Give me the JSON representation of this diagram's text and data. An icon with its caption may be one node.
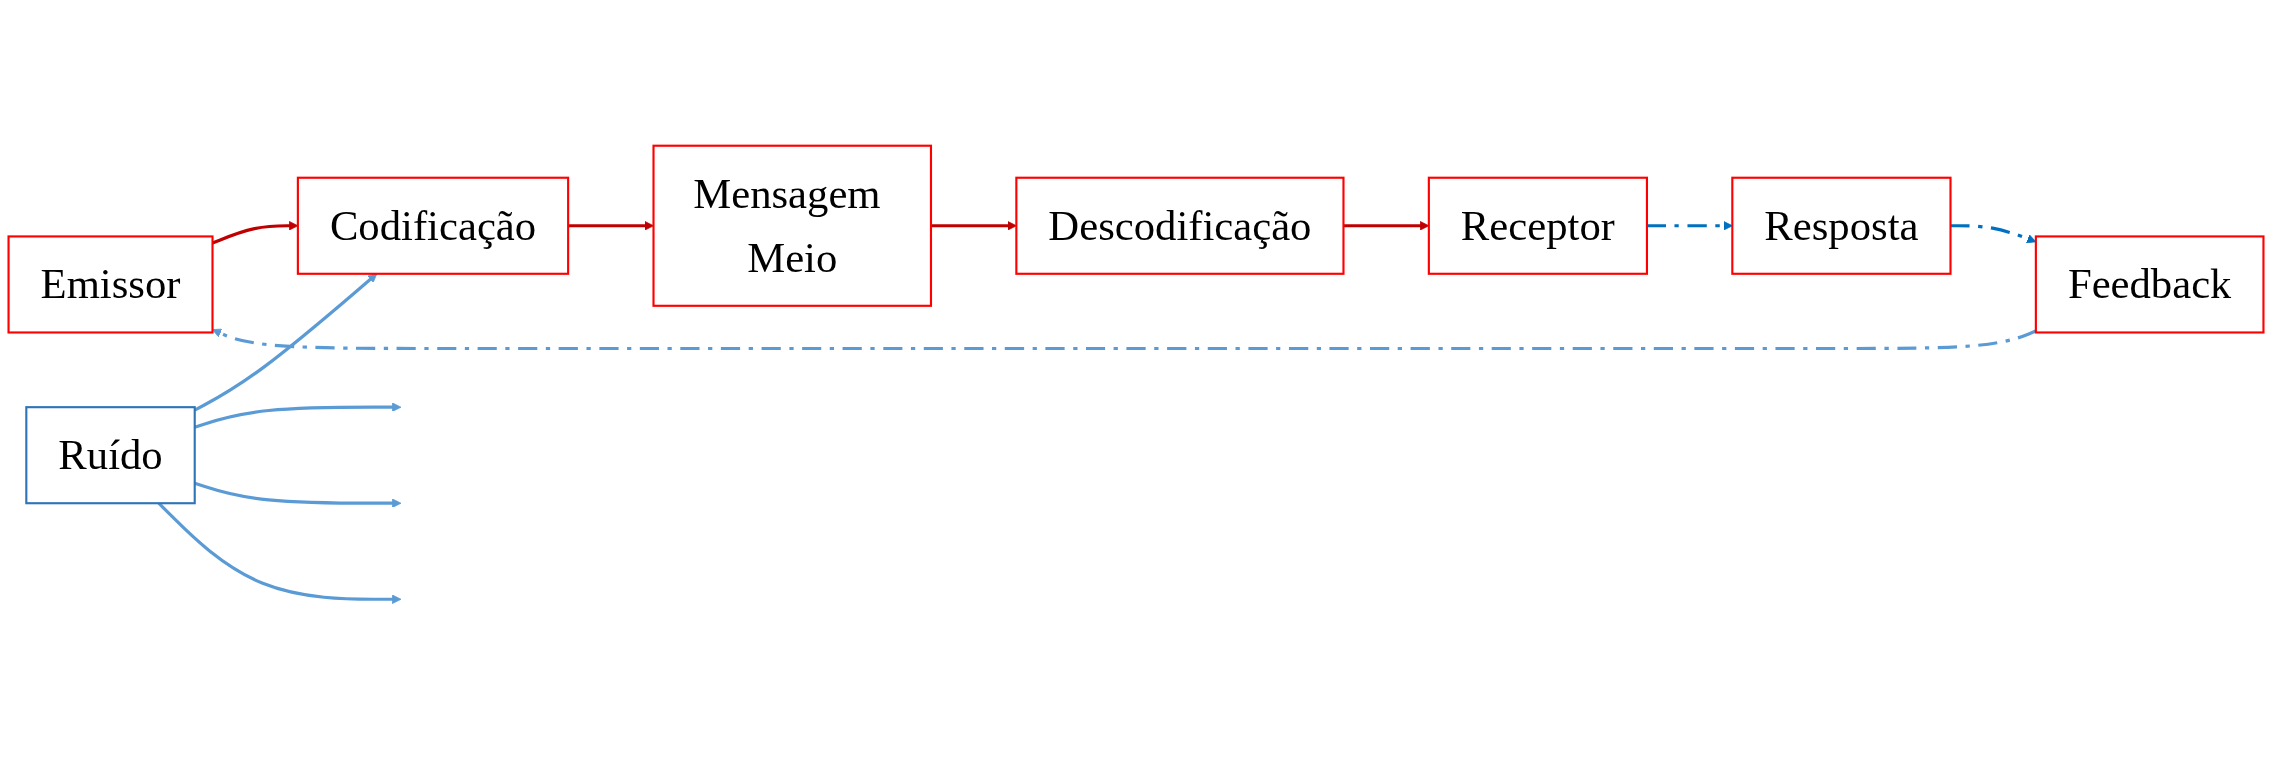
{
  "diagram": {
    "nodes": [
      {
        "text": [
          "Emissor"
        ]
      },
      {
        "text": [
          "Codificação"
        ]
      },
      {
        "text": [
          "Mensagem Meio"
        ]
      },
      {
        "text": [
          "Descodificação"
        ]
      },
      {
        "text": [
          "Receptor"
        ]
      },
      {
        "text": [
          "Ruído"
        ]
      },
      {
        "text": [
          "Resposta"
        ]
      },
      {
        "text": [
          "Feedback"
        ]
      }
    ],
    "edges": [
      {
        "from": 0,
        "to": 1,
        "arrow": "to",
        "color": "#c00000"
      },
      {
        "from": 1,
        "to": 2,
        "arrow": "to",
        "color": "#c00000"
      },
      {
        "from": 2,
        "to": 3,
        "arrow": "to",
        "color": "#c00000"
      },
      {
        "from": 3,
        "to": 4,
        "arrow": "to",
        "color": "#c00000"
      },
      {
        "from": 5,
        "to": 1,
        "arrow": "to",
        "color": "#5b9bd5"
      },
      {
        "from": 5,
        "to": null,
        "arrow": "to",
        "color": "#5b9bd5"
      },
      {
        "from": 5,
        "to": null,
        "arrow": "to",
        "color": "#5b9bd5"
      },
      {
        "from": 5,
        "to": null,
        "arrow": "to",
        "color": "#5b9bd5"
      },
      {
        "from": 4,
        "to": 6,
        "arrow": "to",
        "style": "dashed",
        "color": "#0070c0"
      },
      {
        "from": 6,
        "to": 7,
        "arrow": "to",
        "style": "dashed",
        "color": "#0070c0"
      },
      {
        "from": 7,
        "to": 0,
        "arrow": "to",
        "style": "dashed",
        "color": "#5b9bd5"
      }
    ]
  }
}
